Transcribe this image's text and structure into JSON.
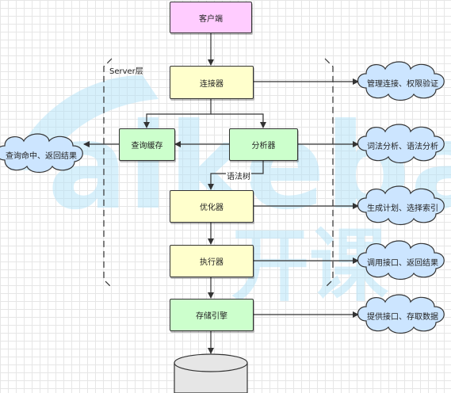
{
  "watermark": {
    "latin": "aikeba",
    "cjk": "开课"
  },
  "group": {
    "label": "Server层"
  },
  "nodes": {
    "client": "客户端",
    "connector": "连接器",
    "query_cache": "查询缓存",
    "analyzer": "分析器",
    "optimizer": "优化器",
    "executor": "执行器",
    "storage_engine": "存储引擎"
  },
  "edge_labels": {
    "syntax_tree": "语法树"
  },
  "clouds": {
    "connector_note": "管理连接、权限验证",
    "analyzer_note": "词法分析、语法分析",
    "optimizer_note": "生成计划、选择索引",
    "executor_note": "调用接口、返回结果",
    "storage_note": "提供接口、存取数据",
    "cache_note": "查询命中、返回结果"
  },
  "colors": {
    "client": "#ffccff",
    "yellow_box": "#ffffcc",
    "green_box": "#ccffcc",
    "cloud": "#cce5ff",
    "watermark": "#8fd3f4"
  }
}
